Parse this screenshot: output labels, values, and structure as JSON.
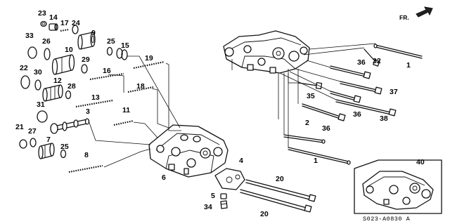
{
  "diagram": {
    "direction_label": "FR.",
    "code": "S023-A0830 A",
    "callouts": {
      "c23": "23",
      "c14": "14",
      "c17": "17",
      "c24": "24",
      "c9": "9",
      "c33": "33",
      "c26": "26",
      "c10": "10",
      "c25a": "25",
      "c15": "15",
      "c29": "29",
      "c19": "19",
      "c22": "22",
      "c30": "30",
      "c16": "16",
      "c12": "12",
      "c28": "28",
      "c18": "18",
      "c13": "13",
      "c31": "31",
      "c11": "11",
      "c3": "3",
      "c21": "21",
      "c27": "27",
      "c7": "7",
      "c25b": "25",
      "c8": "8",
      "c6": "6",
      "c4": "4",
      "c5": "5",
      "c34": "34",
      "c20a": "20",
      "c20b": "20",
      "c1a": "1",
      "c36a": "36",
      "c32": "32",
      "c1b": "1",
      "c37": "37",
      "c35": "35",
      "c36b": "36",
      "c38": "38",
      "c2": "2",
      "c36c": "36",
      "c40": "40"
    }
  },
  "colors": {
    "ink": "#111111",
    "background": "#ffffff"
  }
}
